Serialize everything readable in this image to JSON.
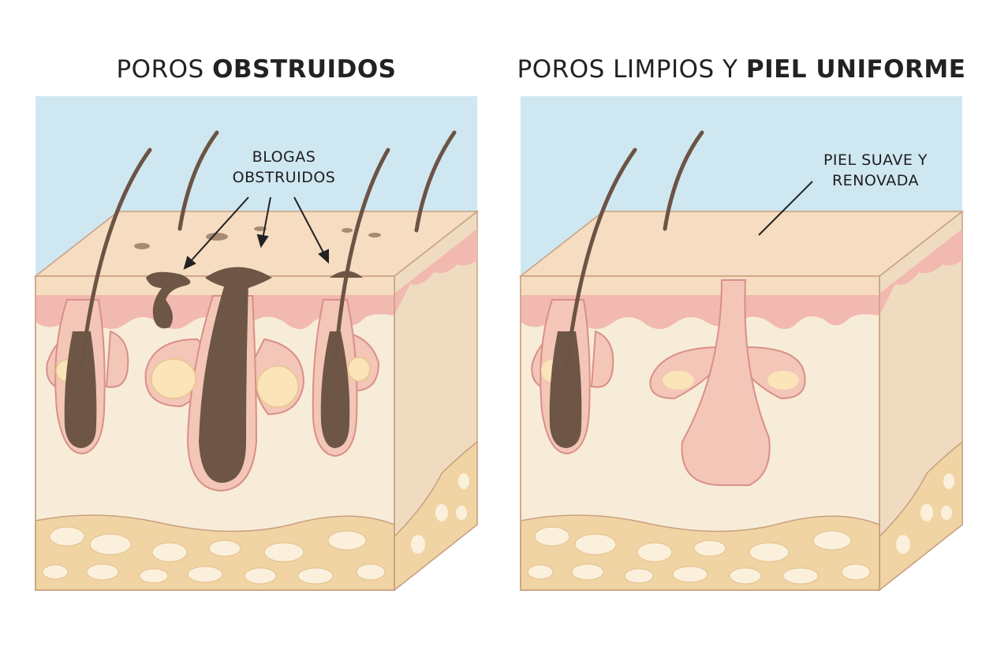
{
  "panels": [
    {
      "title_normal": "POROS ",
      "title_bold": "OBSTRUIDOS",
      "label_line1": "BLOGAS",
      "label_line2": "OBSTRUIDOS"
    },
    {
      "title_normal": "POROS LIMPIOS Y ",
      "title_bold": "PIEL UNIFORME",
      "label_line1": "PIEL SUAVE Y",
      "label_line2": "RENOVADA"
    }
  ],
  "colors": {
    "sky": "#cfe7f1",
    "epidermis": "#f6dcc0",
    "dermis_pink": "#f2b9b0",
    "dermis": "#f7ecd8",
    "fat": "#f0d4a4",
    "hair": "#6b5444",
    "outline": "#c9a080"
  }
}
